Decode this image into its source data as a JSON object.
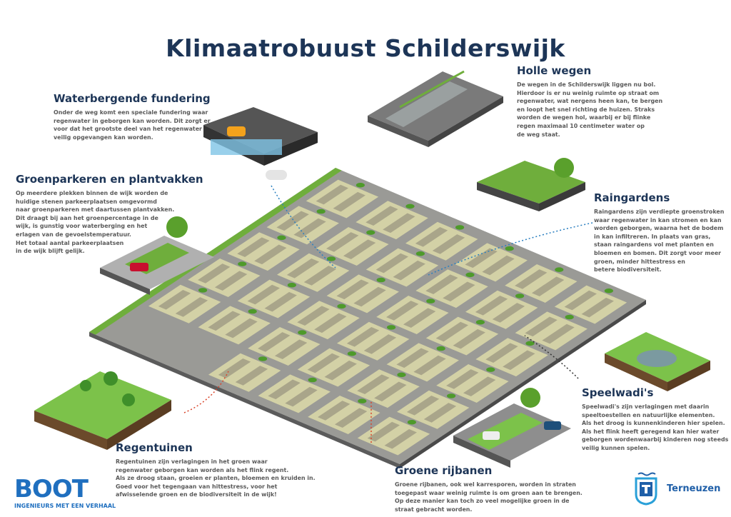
{
  "title": "Klimaatrobuust Schilderswijk",
  "sections": {
    "waterbergende": {
      "heading": "Waterbergende fundering",
      "body": "Onder de weg komt een speciale fundering waar\nregenwater in geborgen kan worden. Dit zorgt er\nvoor dat het grootste deel van het regenwater\nveilig opgevangen kan worden."
    },
    "holle_wegen": {
      "heading": "Holle wegen",
      "body": "De wegen in de Schilderswijk liggen nu bol.\nHierdoor is er nu weinig ruimte op straat om\nregenwater, wat nergens heen kan, te bergen\nen loopt het snel richting de huizen. Straks\nworden de wegen hol, waarbij er bij flinke\nregen maximaal 10 centimeter water op\nde weg staat."
    },
    "groenparkeren": {
      "heading": "Groenparkeren en plantvakken",
      "body": "Op meerdere plekken binnen de wijk worden de\nhuidige stenen parkeerplaatsen omgevormd\nnaar groenparkeren met daartussen plantvakken.\nDit draagt bij aan het groenpercentage in de\nwijk, is gunstig voor waterberging en het\nerlagen van de gevoelstemperatuur.\nHet totaal aantal parkeerplaatsen\nin de wijk blijft gelijk."
    },
    "raingardens": {
      "heading": "Raingardens",
      "body": "Raingardens zijn verdiepte groenstroken\nwaar regenwater in kan stromen en kan\nworden geborgen, waarna het de bodem\nin kan infiltreren. In plaats van gras,\nstaan raingardens vol met planten en\nbloemen en bomen. Dit zorgt voor meer\ngroen, minder hittestress en\nbetere biodiversiteit."
    },
    "speelwadis": {
      "heading": "Speelwadi's",
      "body": "Speelwadi's zijn verlagingen met daarin\nspeeltoestellen en natuurlijke elementen.\nAls het droog is kunnenkinderen hier spelen.\nAls het flink heeft geregend kan hier water\ngeborgen wordenwaarbij kinderen nog steeds\nveilig kunnen spelen."
    },
    "regentuinen": {
      "heading": "Regentuinen",
      "body": "Regentuinen zijn verlagingen in het groen waar\nregenwater geborgen kan worden als het flink regent.\nAls ze droog staan, groeien er planten, bloemen en kruiden in.\nGoed voor het tegengaan van hittestress, voor het\nafwisselende groen en de biodiversiteit in de wijk!"
    },
    "groene_rijbanen": {
      "heading": "Groene rijbanen",
      "body": "Groene rijbanen, ook wel karresporen, worden in straten\ntoegepast waar weinig ruimte is om groen aan te brengen.\nOp deze manier kan toch zo veel mogelijke groen in de\nstraat gebracht worden."
    }
  },
  "logos": {
    "boot": {
      "word": "BOOT",
      "tagline": "INGENIEURS MET EEN VERHAAL"
    },
    "terneuzen": {
      "name": "Terneuzen"
    }
  },
  "colors": {
    "heading": "#1d3557",
    "grass": "#8cc152",
    "block": "#d3d1a6",
    "road": "#8e8e8e",
    "water_line": "#2a7fc0",
    "red_line": "#d9452b"
  }
}
